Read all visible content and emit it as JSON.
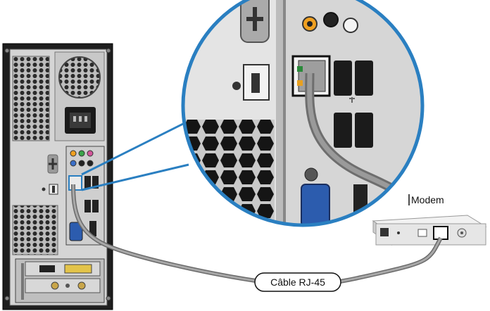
{
  "labels": {
    "modem": "Modem",
    "cable": "Câble RJ-45"
  },
  "components": {
    "computer": "desktop-tower-rear-panel",
    "modem": "modem-device",
    "cable": "rj45-cable",
    "zoom": "magnified-io-panel"
  },
  "colors": {
    "panel": "#d3d3d3",
    "highlight": "#2a7fc1",
    "cable": "#8c8c8c",
    "vga": "#2c5cae",
    "audio_orange": "#f0a020",
    "audio_green": "#3aa34a",
    "audio_pink": "#d2559a",
    "audio_blue": "#3a6fc8"
  }
}
